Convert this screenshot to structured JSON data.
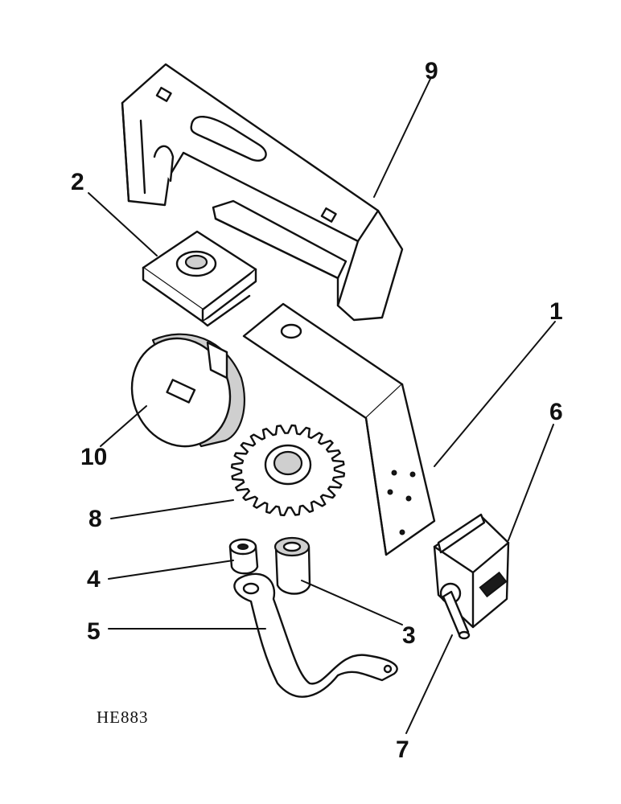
{
  "callouts": {
    "part_1": "1",
    "part_2": "2",
    "part_3": "3",
    "part_4": "4",
    "part_5": "5",
    "part_6": "6",
    "part_7": "7",
    "part_8": "8",
    "part_9": "9",
    "part_10": "10"
  },
  "drawing_ref": "HE883"
}
